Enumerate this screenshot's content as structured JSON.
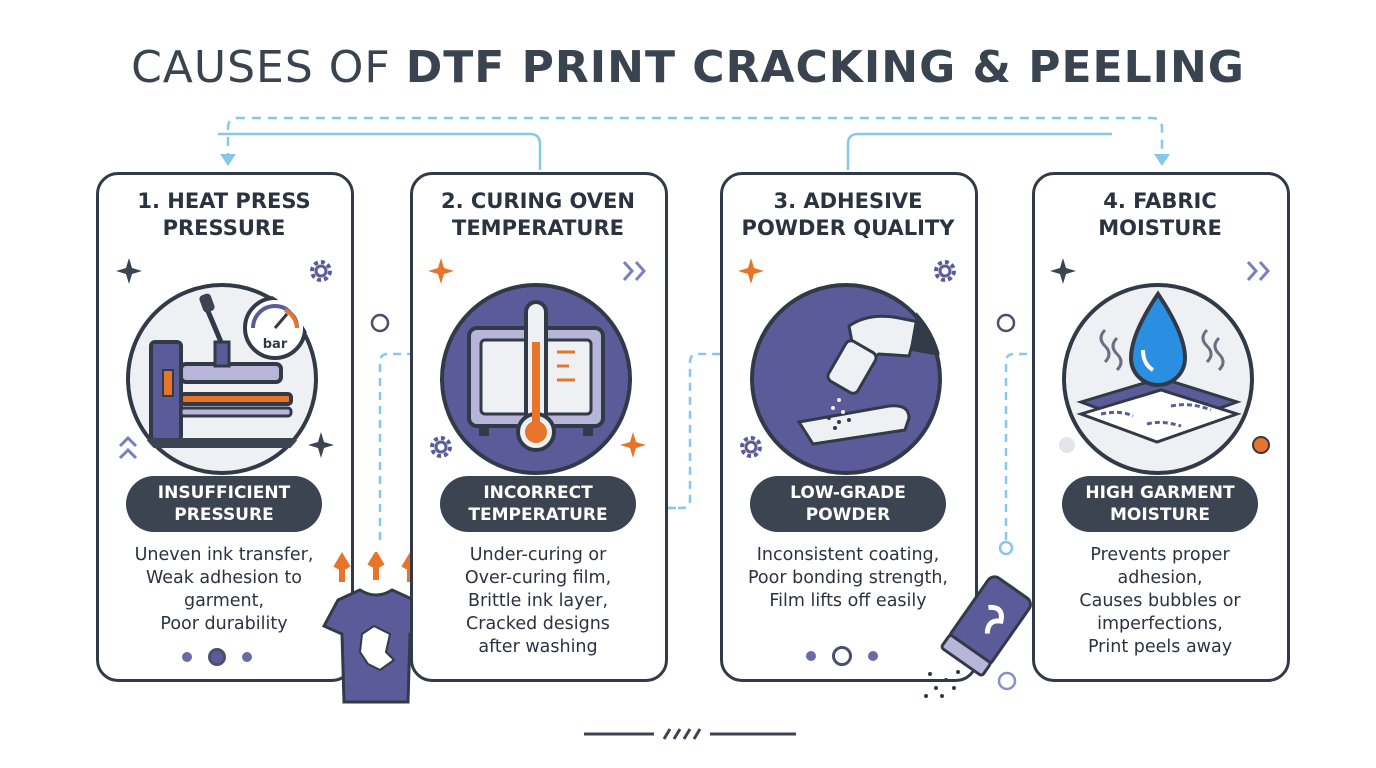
{
  "title": {
    "light": "CAUSES OF",
    "bold": "DTF PRINT CRACKING & PEELING"
  },
  "colors": {
    "dark": "#323a47",
    "purple": "#5b5b9a",
    "orange": "#e8742a",
    "light_blue": "#86c8ea",
    "water_blue": "#2a8fe0"
  },
  "cards": [
    {
      "title_line1": "1. HEAT PRESS",
      "title_line2": "PRESSURE",
      "icon": "heat-press-icon",
      "gauge_label": "bar",
      "badge_line1": "INSUFFICIENT",
      "badge_line2": "PRESSURE",
      "desc": [
        "Uneven ink transfer,",
        "Weak adhesion to",
        "garment,",
        "Poor durability"
      ]
    },
    {
      "title_line1": "2. CURING OVEN",
      "title_line2": "TEMPERATURE",
      "icon": "oven-thermometer-icon",
      "badge_line1": "INCORRECT",
      "badge_line2": "TEMPERATURE",
      "desc": [
        "Under-curing or",
        "Over-curing film,",
        "Brittle ink layer,",
        "Cracked designs",
        "after washing"
      ]
    },
    {
      "title_line1": "3. ADHESIVE",
      "title_line2": "POWDER QUALITY",
      "icon": "powder-shaker-hand-icon",
      "badge_line1": "LOW-GRADE",
      "badge_line2": "POWDER",
      "desc": [
        "Inconsistent coating,",
        "Poor bonding strength,",
        "Film lifts off easily"
      ]
    },
    {
      "title_line1": "4. FABRIC",
      "title_line2": "MOISTURE",
      "icon": "water-drop-fabric-icon",
      "badge_line1": "HIGH GARMENT",
      "badge_line2": "MOISTURE",
      "desc": [
        "Prevents proper",
        "adhesion,",
        "Causes bubbles or",
        "imperfections,",
        "Print peels away"
      ]
    }
  ]
}
